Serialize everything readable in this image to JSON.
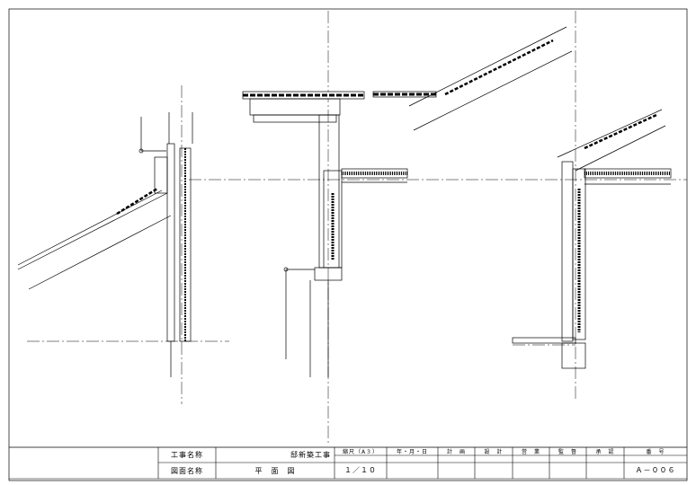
{
  "drawing": {
    "type": "architectural section details",
    "line_color": "#000000"
  },
  "title_block": {
    "project_label": "工事名称",
    "project_value": "邸新築工事",
    "drawing_label": "図面名称",
    "drawing_value": "平　面　図",
    "columns": [
      "縮尺（A３）",
      "年・月・日",
      "計　画",
      "設　計",
      "営　業",
      "監　督",
      "承　認",
      "番　号"
    ],
    "scale_value": "１／１０",
    "number_value": "Ａ－００６"
  }
}
